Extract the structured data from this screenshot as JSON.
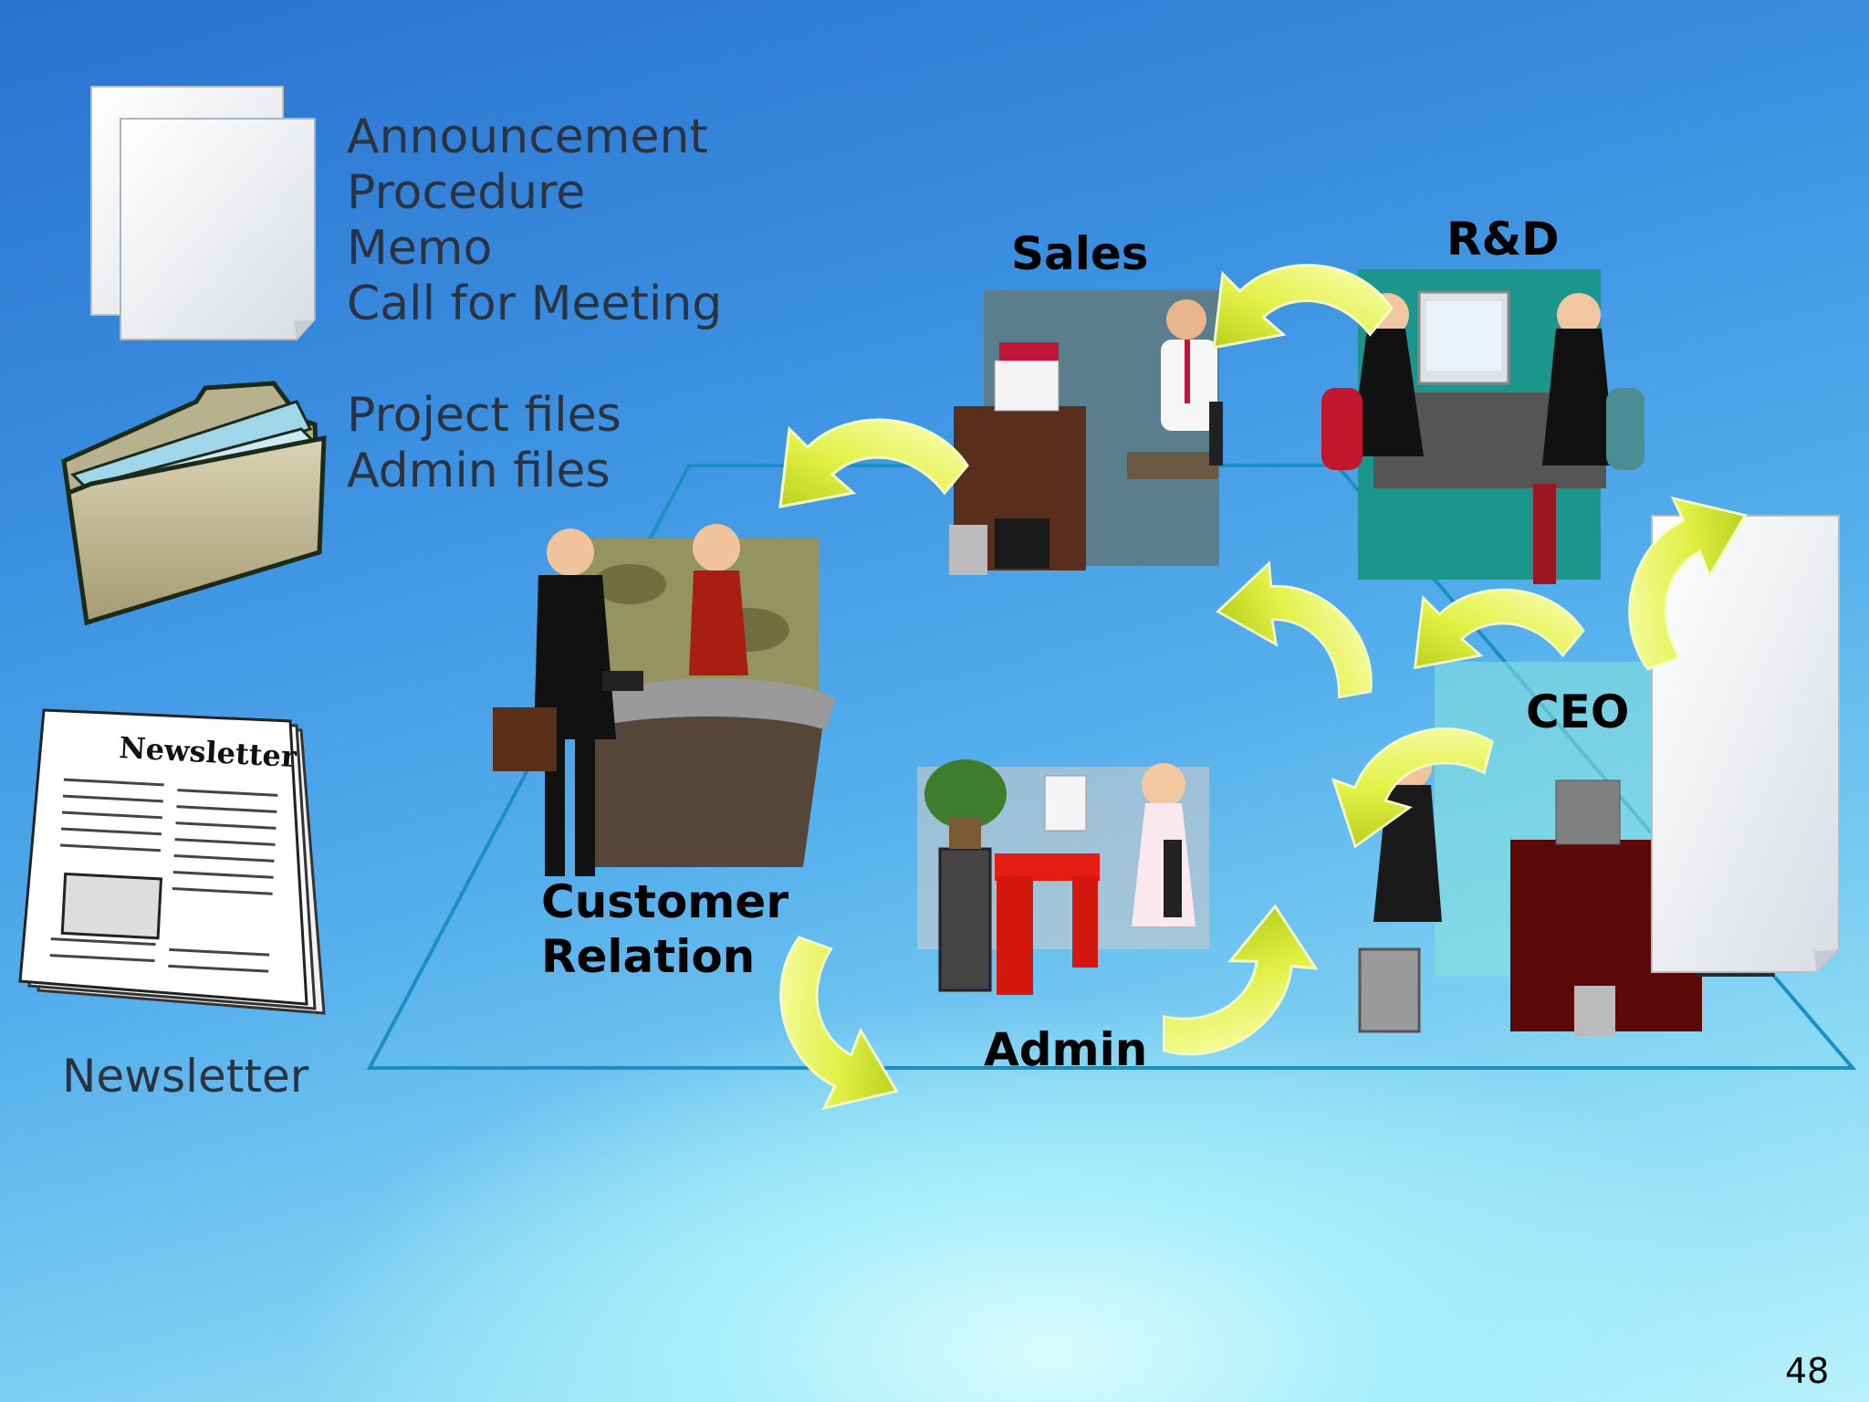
{
  "documents": {
    "paper_items": [
      "Announcement",
      "Procedure",
      "Memo",
      "Call for Meeting"
    ],
    "folder_items": [
      "Project files",
      "Admin files"
    ],
    "newsletter_label": "Newsletter",
    "newsletter_masthead": "Newsletter"
  },
  "departments": {
    "sales": "Sales",
    "rd": "R&D",
    "customer_relation_line1": "Customer",
    "customer_relation_line2": "Relation",
    "admin": "Admin",
    "ceo": "CEO"
  },
  "slide": {
    "page_number": "48"
  },
  "colors": {
    "arrow_fill": "#e6f25a",
    "floor_outline": "#1b8fc2",
    "text_dark": "#2b3340"
  }
}
